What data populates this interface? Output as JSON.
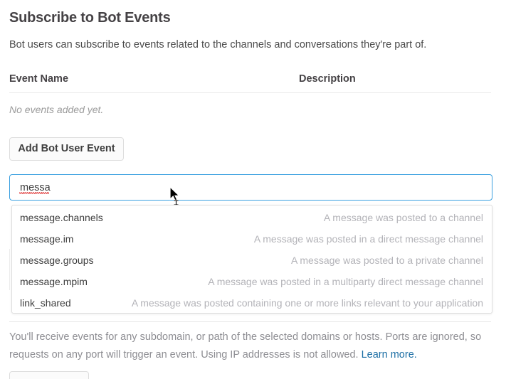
{
  "header": {
    "title": "Subscribe to Bot Events",
    "subtitle": "Bot users can subscribe to events related to the channels and conversations they're part of."
  },
  "table": {
    "columns": {
      "event_name": "Event Name",
      "description": "Description"
    },
    "empty_message": "No events added yet."
  },
  "actions": {
    "add_bot_user_event": "Add Bot User Event"
  },
  "combobox": {
    "value": "messa",
    "placeholder": "",
    "spellcheck_flagged": true,
    "focused": true,
    "options": [
      {
        "name": "message.channels",
        "description": "A message was posted to a channel"
      },
      {
        "name": "message.im",
        "description": "A message was posted in a direct message channel"
      },
      {
        "name": "message.groups",
        "description": "A message was posted to a private channel"
      },
      {
        "name": "message.mpim",
        "description": "A message was posted in a multiparty direct message channel"
      },
      {
        "name": "link_shared",
        "description": "A message was posted containing one or more links relevant to your application"
      }
    ]
  },
  "footer": {
    "text": "You'll receive events for any subdomain, or path of the selected domains or hosts. Ports are ignored, so requests on any port will trigger an event. Using IP addresses is not allowed. ",
    "link_label": "Learn more."
  },
  "colors": {
    "focus_border": "#3aa0e0",
    "link": "#1d6fa5",
    "heading": "#454245",
    "muted": "#b3b3b8",
    "spellcheck": "#e03b3b"
  }
}
